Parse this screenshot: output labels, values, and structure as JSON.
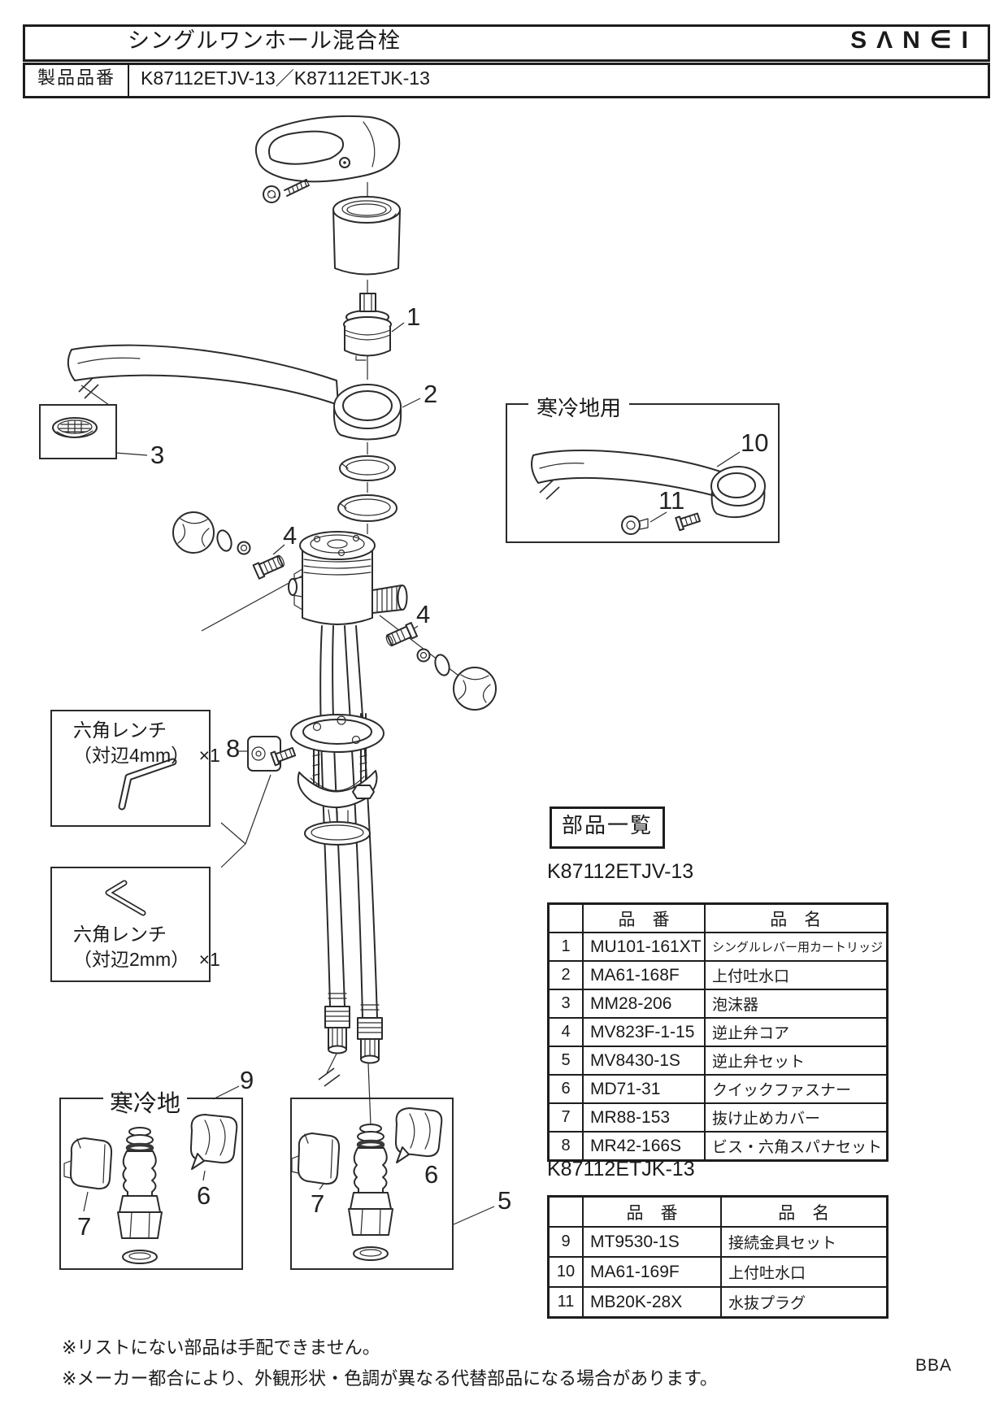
{
  "header": {
    "title": "シングルワンホール混合栓",
    "logo": "SΛN∈I",
    "product_label": "製品品番",
    "product_value": "K87112ETJV-13／K87112ETJK-13"
  },
  "labels": {
    "cold_region_spout": "寒冷地用",
    "cold_region_set": "寒冷地",
    "hex4_line1": "六角レンチ",
    "hex4_line2": "（対辺4mm）　×1",
    "hex2_line1": "六角レンチ",
    "hex2_line2": "（対辺2mm）　×1",
    "parts_list_title": "部品一覧"
  },
  "callouts": {
    "cartridge": "1",
    "spout": "2",
    "aerator": "3",
    "check_core_left": "4",
    "check_core_right": "4",
    "screw_set": "8",
    "connector_set": "9",
    "check_set": "5",
    "cover_left": "7",
    "fastener_left": "6",
    "cover_mid": "7",
    "fastener_mid": "6",
    "cold_spout": "10",
    "drain_plug": "11"
  },
  "tables": [
    {
      "model": "K87112ETJV-13",
      "headers": {
        "number": "品　番",
        "name": "品　名"
      },
      "rows": [
        {
          "no": "1",
          "code": "MU101-161XT",
          "name": "シングルレバー用カートリッジ"
        },
        {
          "no": "2",
          "code": "MA61-168F",
          "name": "上付吐水口"
        },
        {
          "no": "3",
          "code": "MM28-206",
          "name": "泡沫器"
        },
        {
          "no": "4",
          "code": "MV823F-1-15",
          "name": "逆止弁コア"
        },
        {
          "no": "5",
          "code": "MV8430-1S",
          "name": "逆止弁セット"
        },
        {
          "no": "6",
          "code": "MD71-31",
          "name": "クイックファスナー"
        },
        {
          "no": "7",
          "code": "MR88-153",
          "name": "抜け止めカバー"
        },
        {
          "no": "8",
          "code": "MR42-166S",
          "name": "ビス・六角スパナセット"
        }
      ]
    },
    {
      "model": "K87112ETJK-13",
      "headers": {
        "number": "品　番",
        "name": "品　名"
      },
      "rows": [
        {
          "no": "9",
          "code": "MT9530-1S",
          "name": "接続金具セット"
        },
        {
          "no": "10",
          "code": "MA61-169F",
          "name": "上付吐水口"
        },
        {
          "no": "11",
          "code": "MB20K-28X",
          "name": "水抜プラグ"
        }
      ]
    }
  ],
  "notes": [
    "※リストにない部品は手配できません。",
    "※メーカー都合により、外観形状・色調が異なる代替部品になる場合があります。"
  ],
  "footer_code": "BBA"
}
